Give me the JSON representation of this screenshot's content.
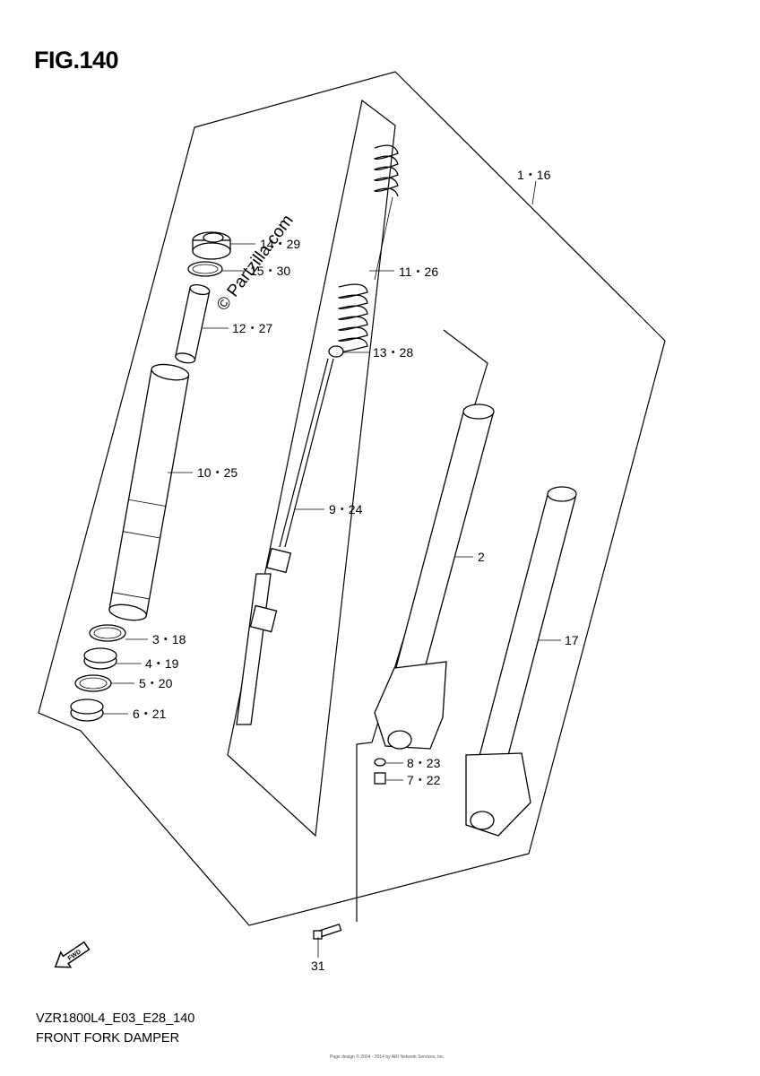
{
  "figure": {
    "title": "FIG.140",
    "model_code": "VZR1800L4_E03_E28_140",
    "name": "FRONT FORK DAMPER",
    "watermark": "© Partzilla.com",
    "copyright": "Page design © 2004 - 2014 by ARI Network Services, Inc."
  },
  "callouts": [
    {
      "id": "c-1-16",
      "text": "1・16"
    },
    {
      "id": "c-14-29",
      "text": "14・29"
    },
    {
      "id": "c-15-30",
      "text": "15・30"
    },
    {
      "id": "c-12-27",
      "text": "12・27"
    },
    {
      "id": "c-11-26",
      "text": "11・26"
    },
    {
      "id": "c-13-28",
      "text": "13・28"
    },
    {
      "id": "c-10-25",
      "text": "10・25"
    },
    {
      "id": "c-9-24",
      "text": "9・24"
    },
    {
      "id": "c-2",
      "text": "2"
    },
    {
      "id": "c-17",
      "text": "17"
    },
    {
      "id": "c-3-18",
      "text": "3・18"
    },
    {
      "id": "c-4-19",
      "text": "4・19"
    },
    {
      "id": "c-5-20",
      "text": "5・20"
    },
    {
      "id": "c-6-21",
      "text": "6・21"
    },
    {
      "id": "c-8-23",
      "text": "8・23"
    },
    {
      "id": "c-7-22",
      "text": "7・22"
    },
    {
      "id": "c-31",
      "text": "31"
    }
  ],
  "icons": {
    "direction_arrow": "fwd-arrow-icon",
    "direction_text": "FWD"
  }
}
